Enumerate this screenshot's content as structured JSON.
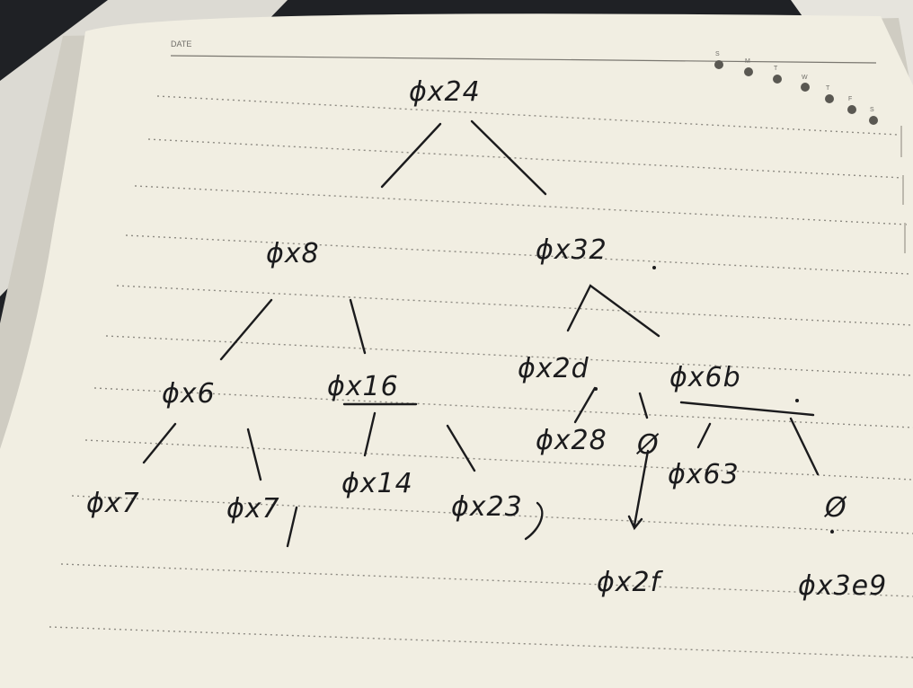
{
  "page": {
    "date_label": "DATE",
    "weekdays": [
      "S",
      "M",
      "T",
      "W",
      "T",
      "F",
      "S"
    ]
  },
  "tree": {
    "root": "ϕx24",
    "level1": [
      "ϕx8",
      "ϕx32"
    ],
    "level2": [
      "ϕx6",
      "ϕx16",
      "ϕx2d",
      "ϕx6b"
    ],
    "level3": [
      "ϕx7",
      "ϕx7",
      "ϕx14",
      "ϕx23",
      "ϕx28",
      "ϕx63"
    ],
    "level4": [
      "ϕx2f",
      "ϕx3e9"
    ],
    "null_marks": [
      "Ø",
      "Ø"
    ]
  },
  "colors": {
    "paper": "#f1eee2",
    "ink": "#1b1b1d",
    "rule": "#8d8a82"
  }
}
